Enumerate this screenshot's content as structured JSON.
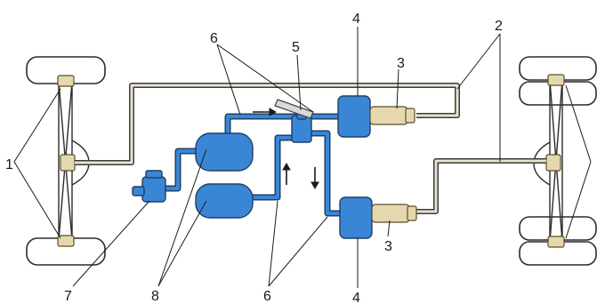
{
  "labels": {
    "wheel_brakes": "1",
    "brake_lines": "2",
    "brake_valves": "3",
    "brake_chambers": "4",
    "brake_valve": "5",
    "air_lines": "6",
    "compressor": "7",
    "receivers": "8"
  }
}
